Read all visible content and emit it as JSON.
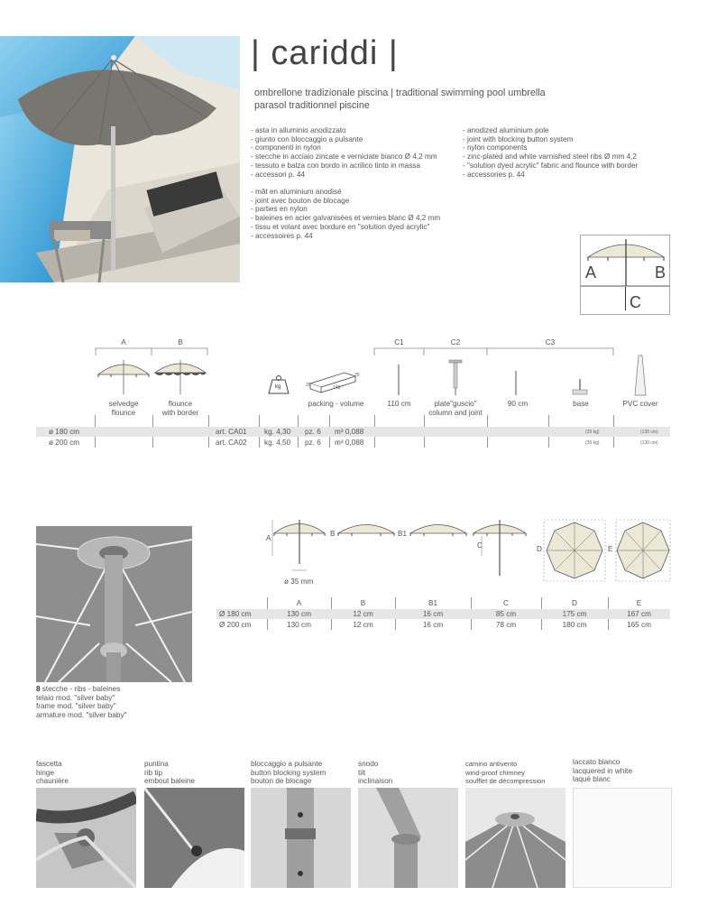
{
  "header": {
    "title": "| cariddi |",
    "subtitle_lines": [
      "ombrellone tradizionale piscina | traditional swimming pool umbrella",
      "parasol traditionnel piscine"
    ]
  },
  "specs": {
    "italian": [
      "- asta in alluminio anodizzato",
      "- giunto con bloccaggio a pulsante",
      "- componenti in nylon",
      "- stecche in acciaio zincate e verniciate bianco Ø 4,2 mm",
      "- tessuto e balza con bordo in acrilico tinto in massa",
      "- accessori p. 44"
    ],
    "english": [
      "- anodized aluminium pole",
      "- joint with blocking button system",
      "- nylon components",
      "- zinc-plated and white varnished steel ribs Ø mm 4,2",
      "- \"solution dyed acrylic\" fabric and flounce with border",
      "- accessories p. 44"
    ],
    "french": [
      "- mât en aluminium anodisé",
      "- joint avec bouton de blocage",
      "- parties en nylon",
      "- baleines en acier galvanisées et vernies blanc Ø 4,2 mm",
      "- tissu et volant avec bordure en \"solution dyed acrylic\"",
      "- accessoires p. 44"
    ]
  },
  "ab_diagram": {
    "a": "A",
    "b": "B",
    "c": "C"
  },
  "product_table": {
    "groups": {
      "a": "A",
      "b": "B",
      "c1": "C1",
      "c2": "C2",
      "c3": "C3"
    },
    "kg_icon": "kg",
    "box_dims": {
      "w": "25",
      "l": "148",
      "d": "20"
    },
    "labels": {
      "selvedge": "selvedge",
      "flounce_word": "flounce",
      "flounce": "flounce",
      "with_border": "with border",
      "packing": "packing - volume",
      "c1": "110 cm",
      "plate1": "plate\"guscio\"",
      "plate2": "column and joint",
      "c3": "90 cm",
      "base": "base",
      "pvc": "PVC cover"
    },
    "rows": [
      {
        "size": "ø 180 cm",
        "art": "art. CA01",
        "kg": "kg. 4,30",
        "pz": "pz. 6",
        "vol": "m³ 0,088",
        "base": "(35 kg)",
        "pvc": "(130 cm)"
      },
      {
        "size": "ø 200 cm",
        "art": "art. CA02",
        "kg": "kg. 4,50",
        "pz": "pz. 6",
        "vol": "m³ 0,088",
        "base": "(35 kg)",
        "pvc": "(130 cm)"
      }
    ]
  },
  "ribs_caption": {
    "count": "8",
    "line1": " stecche - ribs - baleines",
    "line2": "telaio mod. \"silver baby\"",
    "line3": "frame mod. \"silver baby\"",
    "line4": "armature mod. \"silver baby\""
  },
  "dims_diagram": {
    "a": "A",
    "b": "B",
    "b1": "B1",
    "c": "C",
    "d": "D",
    "e": "E",
    "pole": "ø 35 mm"
  },
  "dims_table": {
    "headers": [
      "A",
      "B",
      "B1",
      "C",
      "D",
      "E"
    ],
    "rows": [
      {
        "size": "Ø 180 cm",
        "values": [
          "130 cm",
          "12 cm",
          "16 cm",
          "85 cm",
          "175 cm",
          "167 cm"
        ]
      },
      {
        "size": "Ø 200 cm",
        "values": [
          "130 cm",
          "12 cm",
          "16 cm",
          "78 cm",
          "180 cm",
          "165 cm"
        ]
      }
    ]
  },
  "details": [
    {
      "l1": "fascetta",
      "l2": "hinge",
      "l3": "chaunière"
    },
    {
      "l1": "puntina",
      "l2": "rib tip",
      "l3": "embout baleine"
    },
    {
      "l1": "bloccaggio a pulsante",
      "l2": "button blocking system",
      "l3": "bouton de blocage"
    },
    {
      "l1": "snodo",
      "l2": "tilt",
      "l3": "inclinaison"
    },
    {
      "l1": "camino antivento",
      "l2": "wind-proof chimney",
      "l3": "soufflet de décompression"
    },
    {
      "l1": "laccato bianco",
      "l2": "lacquered in white",
      "l3": "laqué blanc"
    }
  ]
}
